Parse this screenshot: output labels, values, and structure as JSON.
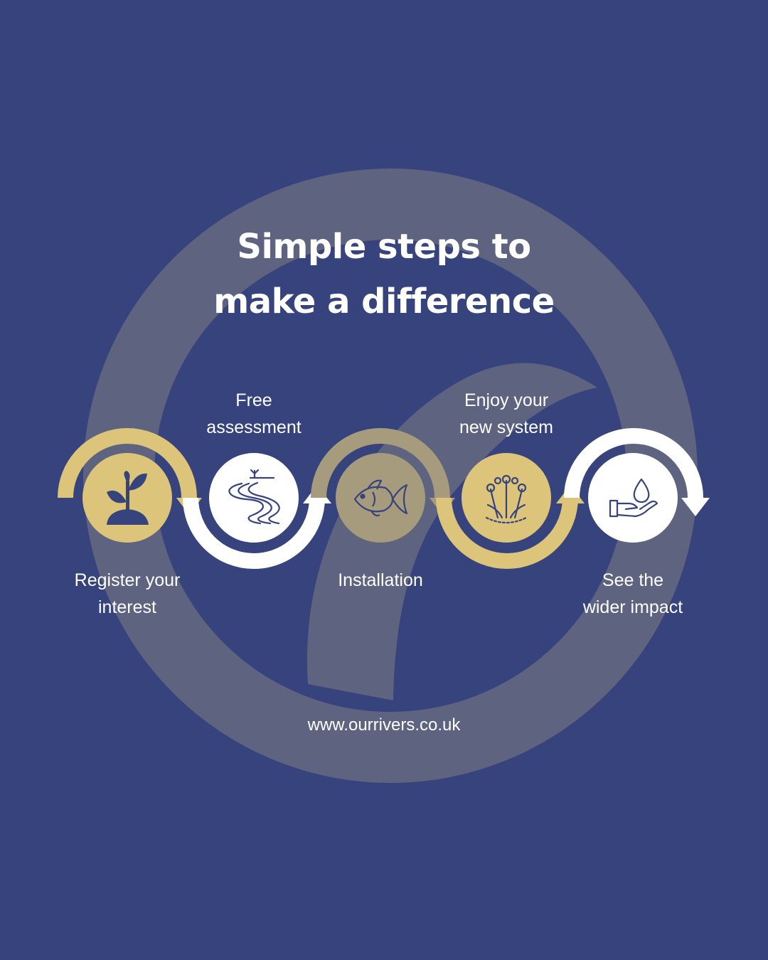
{
  "title": {
    "line1": "Simple steps to",
    "line2": "make a difference"
  },
  "steps": [
    {
      "label_line1": "Register your",
      "label_line2": "interest",
      "icon": "plant-sprout-icon"
    },
    {
      "label_line1": "Free",
      "label_line2": "assessment",
      "icon": "winding-river-icon"
    },
    {
      "label_line1": "Installation",
      "label_line2": "",
      "icon": "fish-icon"
    },
    {
      "label_line1": "Enjoy your",
      "label_line2": "new system",
      "icon": "wetland-plants-icon"
    },
    {
      "label_line1": "See the",
      "label_line2": "wider impact",
      "icon": "hand-water-drop-icon"
    }
  ],
  "website": "www.ourrivers.co.uk",
  "colors": {
    "background": "#36437c",
    "watermark": "#5e6380",
    "gold": "#dcc47a",
    "taupe": "#a79b7d",
    "white": "#ffffff",
    "icon_stroke": "#36437c"
  }
}
